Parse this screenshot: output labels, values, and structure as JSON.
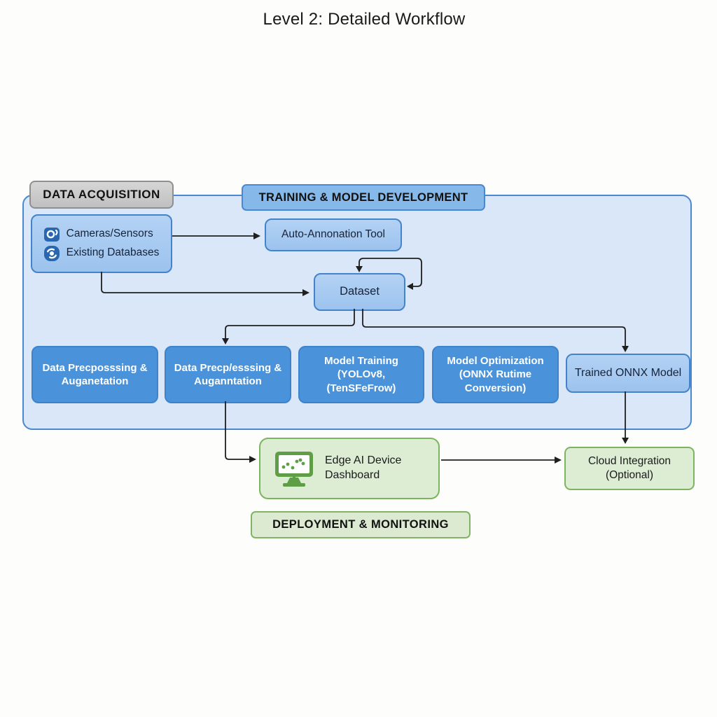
{
  "title": "Level 2: Detailed Workflow",
  "sections": {
    "data_acquisition": {
      "label": "DATA ACQUISITION"
    },
    "training": {
      "label": "TRAINING & MODEL DEVELOPMENT"
    },
    "deployment": {
      "label": "DEPLOYMENT & MONITORING"
    }
  },
  "nodes": {
    "sources": {
      "line1": "Cameras/Sensors",
      "line2": "Existing Databases",
      "icon1": "video-camera-icon",
      "icon2": "database-icon"
    },
    "auto_annotation": {
      "label": "Auto-Annonation Tool"
    },
    "dataset": {
      "label": "Dataset"
    },
    "preprocessing1": {
      "line1": "Data Precposssing &",
      "line2": "Auganetation"
    },
    "preprocessing2": {
      "line1": "Data Precp/esssing &",
      "line2": "Auganntation"
    },
    "model_training": {
      "line1": "Model Training (YOLOv8,",
      "line2": "(TenSFeFrow)"
    },
    "model_optimization": {
      "line1": "Model Optimization",
      "line2": "(ONNX Rutime",
      "line3": "Conversion)"
    },
    "trained_model": {
      "label": "Trained ONNX Model"
    },
    "edge_dashboard": {
      "line1": "Edge AI Device",
      "line2": "Dashboard",
      "icon": "monitor-dashboard-icon"
    },
    "cloud_integration": {
      "line1": "Cloud Integration",
      "line2": "(Optional)"
    }
  },
  "colors": {
    "container_fill": "#d9e7f8",
    "container_border": "#4a89cf",
    "dark_node_fill": "#4a92da",
    "light_node_fill": "#9cc3ee",
    "green_fill": "#dcedd4",
    "green_border": "#7cb45f",
    "gray_header_fill": "#c9c9c9",
    "icon_blue": "#2a66ad",
    "icon_green": "#5f9e46",
    "arrow": "#1f1f1f"
  }
}
